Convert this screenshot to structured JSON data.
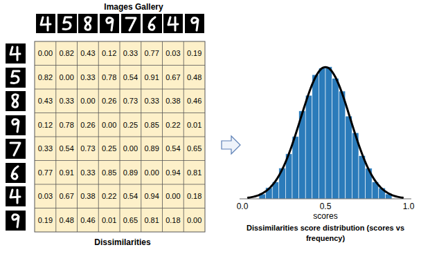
{
  "diagram": {
    "title": "Images Gallery",
    "caption": "Dissimilarities score distribution (scores vs frequency)",
    "labels": [
      "0.00",
      "0.82",
      "0.43",
      "0.12",
      "0.33",
      "0.77",
      "0.03",
      "0.19",
      "0.82",
      "0.00",
      "0.33",
      "0.78",
      "0.54",
      "0.91",
      "0.67",
      "0.48",
      "0.43",
      "0.33",
      "0.00",
      "0.26",
      "0.73",
      "0.33",
      "0.38",
      "0.46",
      "0.12",
      "0.78",
      "0.26",
      "0.00",
      "0.25",
      "0.85",
      "0.22",
      "0.01",
      "0.33",
      "0.54",
      "0.73",
      "0.25",
      "0.00",
      "0.89",
      "0.54",
      "0.65",
      "0.77",
      "0.91",
      "0.33",
      "0.85",
      "0.89",
      "0.00",
      "0.94",
      "0.81",
      "0.03",
      "0.67",
      "0.38",
      "0.22",
      "0.54",
      "0.94",
      "0.00",
      "0.18",
      "0.19",
      "0.48",
      "0.46",
      "0.01",
      "0.65",
      "0.81",
      "0.18",
      "0.00",
      "Dissimilarities",
      "0.0",
      "0.5",
      "1.0",
      "scores"
    ]
  }
}
